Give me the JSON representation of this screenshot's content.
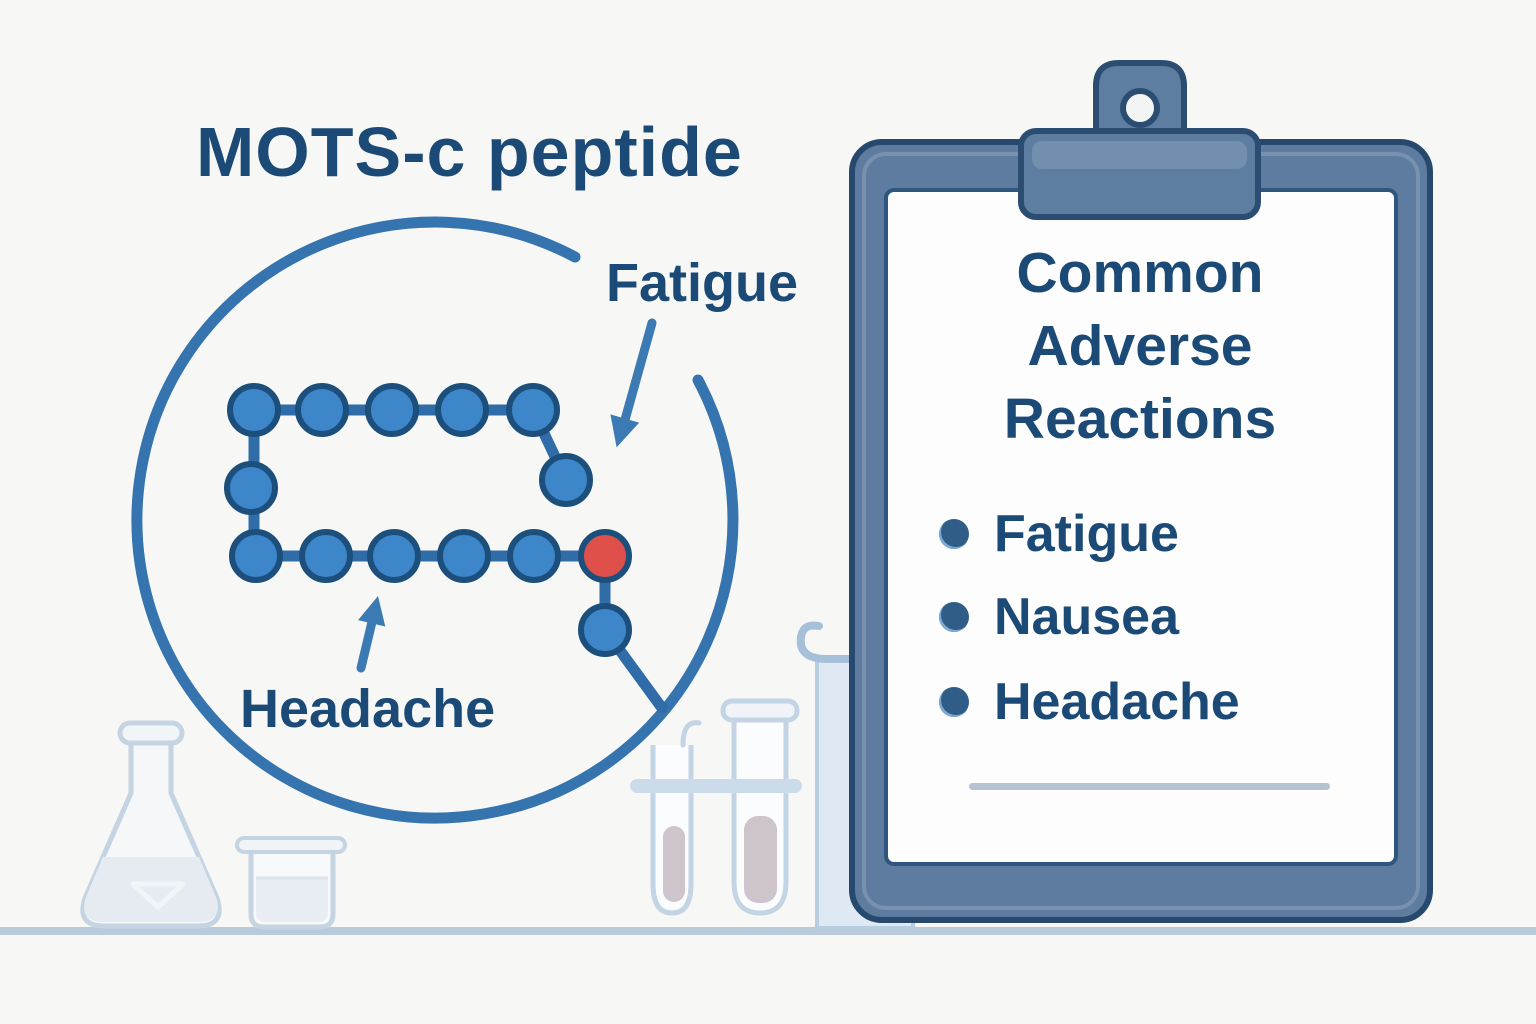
{
  "background_color": "#f7f8f5",
  "title": {
    "text": "MOTS-c peptide"
  },
  "peptide_diagram": {
    "labels": {
      "fatigue": "Fatigue",
      "headache": "Headache"
    },
    "blue_bead_count": 13,
    "red_bead_count": 1,
    "colors": {
      "circle_outline": "#3574ae",
      "chain_link": "#2f6ca8",
      "bead_fill": "#3e86ca",
      "bead_stroke": "#1d4f7d",
      "red_bead_fill": "#e0504a",
      "arrow": "#3c7ab4",
      "label_text": "#1c4a76"
    }
  },
  "clipboard": {
    "title_lines": [
      "Common",
      "Adverse",
      "Reactions"
    ],
    "items": [
      "Fatigue",
      "Nausea",
      "Headache"
    ],
    "colors": {
      "board": "#5d7c9f",
      "board_stroke": "#27496d",
      "clip": "#5d7da1",
      "paper": "#fcfdfc",
      "bullet": "#305d88",
      "divider": "#b5c2cf",
      "text": "#1c4a76"
    }
  },
  "lab_bench": {
    "icons": [
      "erlenmeyer-flask-icon",
      "beaker-icon",
      "test-tube-rack-icon",
      "pour-vessel-icon",
      "clipboard-icon"
    ],
    "table_line_color": "#b9cbdb"
  }
}
